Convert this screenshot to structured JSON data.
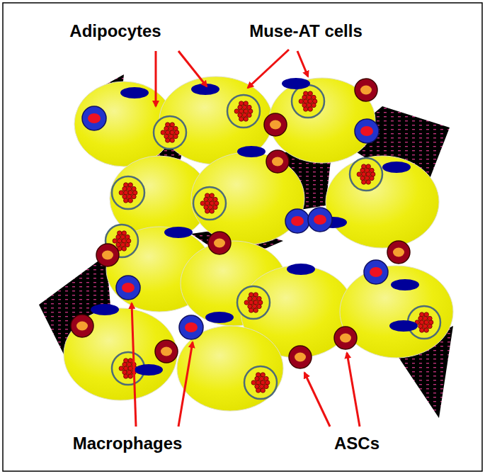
{
  "diagram": {
    "labels": [
      "Adipocytes",
      "Muse-AT cells",
      "Macrophages",
      "ASCs"
    ]
  }
}
